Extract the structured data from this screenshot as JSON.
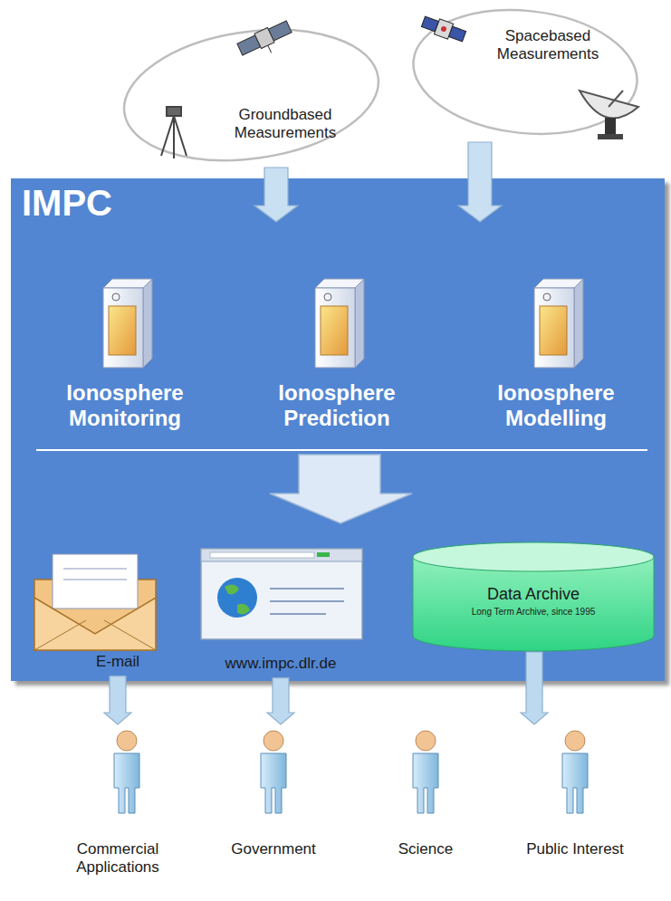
{
  "diagram": {
    "nodes": [
      {
        "text": [
          "Groundbased Measurements"
        ]
      },
      {
        "text": [
          "Spacebased Measurements"
        ]
      },
      {
        "text": [
          "IMPC"
        ]
      },
      {
        "text": [
          "Ionosphere Monitoring"
        ],
        "in": 2
      },
      {
        "text": [
          "Ionosphere Prediction"
        ],
        "in": 2
      },
      {
        "text": [
          "Ionosphere Modelling"
        ],
        "in": 2
      },
      {
        "text": [
          "E-mail"
        ],
        "in": 2
      },
      {
        "text": [
          "www.impc.dlr.de"
        ],
        "in": 2
      },
      {
        "text": [
          "Data Archive",
          "Long Term Archive, since 1995"
        ],
        "in": 2
      },
      {
        "text": [
          "Commercial Applications"
        ]
      },
      {
        "text": [
          "Government"
        ]
      },
      {
        "text": [
          "Science"
        ]
      },
      {
        "text": [
          "Public Interest"
        ]
      }
    ],
    "edges": [
      {
        "from": 0,
        "to": 2,
        "arrow": "to"
      },
      {
        "from": 1,
        "to": 2,
        "arrow": "to"
      },
      {
        "from": 6,
        "to": 9,
        "arrow": "to"
      },
      {
        "from": 7,
        "to": 10,
        "arrow": "to"
      },
      {
        "from": 8,
        "to": 12,
        "arrow": "to"
      }
    ]
  }
}
